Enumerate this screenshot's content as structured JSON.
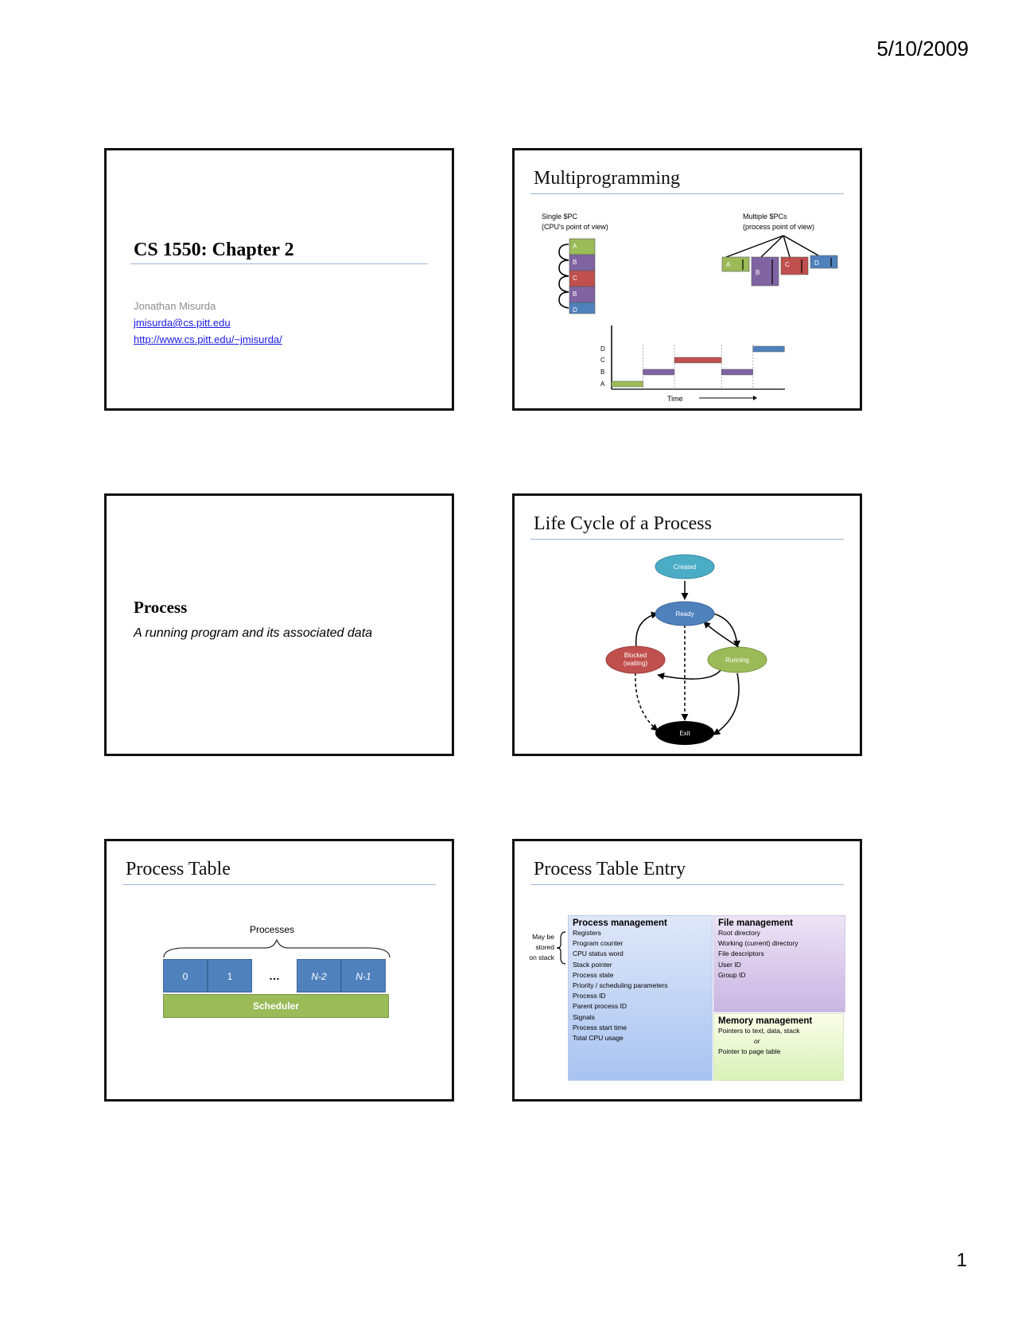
{
  "page": {
    "date": "5/10/2009",
    "page_number": "1"
  },
  "slide1": {
    "title": "CS 1550: Chapter 2",
    "author": "Jonathan Misurda",
    "email": "jmisurda@cs.pitt.edu",
    "url": "http://www.cs.pitt.edu/~jmisurda/"
  },
  "slide2": {
    "title": "Multiprogramming",
    "left_caption_1": "Single $PC",
    "left_caption_2": "(CPU's point of view)",
    "right_caption_1": "Multiple $PCs",
    "right_caption_2": "(process point of view)",
    "stack_blocks": [
      "A",
      "B",
      "C",
      "B",
      "D"
    ],
    "process_boxes": [
      "A",
      "B",
      "C",
      "D"
    ],
    "timeline": {
      "y_labels": [
        "A",
        "B",
        "C",
        "D"
      ],
      "x_label": "Time",
      "segments": [
        {
          "process": "A",
          "start": 0,
          "end": 1
        },
        {
          "process": "B",
          "start": 1,
          "end": 2
        },
        {
          "process": "C",
          "start": 2,
          "end": 3.5
        },
        {
          "process": "B",
          "start": 3.5,
          "end": 4.5
        },
        {
          "process": "D",
          "start": 4.5,
          "end": 5.5
        }
      ]
    },
    "colors": {
      "A": "#9bbb59",
      "B": "#8064a2",
      "C": "#c0504d",
      "D": "#4f81bd"
    }
  },
  "slide3": {
    "term": "Process",
    "definition": "A running program and its associated data"
  },
  "slide4": {
    "title": "Life Cycle of a Process",
    "states": {
      "created": "Created",
      "ready": "Ready",
      "blocked_1": "Blocked",
      "blocked_2": "(waiting)",
      "running": "Running",
      "exit": "Exit"
    },
    "colors": {
      "created": "#4bacc6",
      "ready": "#4f81bd",
      "blocked": "#c0504d",
      "running": "#9bbb59",
      "exit": "#000000"
    }
  },
  "slide5": {
    "title": "Process Table",
    "brace_label": "Processes",
    "cells": [
      "0",
      "1",
      "…",
      "N-2",
      "N-1"
    ],
    "scheduler": "Scheduler"
  },
  "slide6": {
    "title": "Process Table Entry",
    "side_note": [
      "May be",
      "stored",
      "on stack"
    ],
    "process_management": {
      "heading": "Process management",
      "items": [
        "Registers",
        "Program counter",
        "CPU status word",
        "Stack pointer",
        "Process state",
        "Priority / scheduling parameters",
        "Process ID",
        "Parent process ID",
        "Signals",
        "Process start time",
        "Total CPU usage"
      ]
    },
    "file_management": {
      "heading": "File management",
      "items": [
        "Root directory",
        "Working (current) directory",
        "File descriptors",
        "User ID",
        "Group ID"
      ]
    },
    "memory_management": {
      "heading": "Memory management",
      "items": [
        "Pointers to text, data, stack",
        "or",
        "Pointer to page table"
      ]
    }
  }
}
